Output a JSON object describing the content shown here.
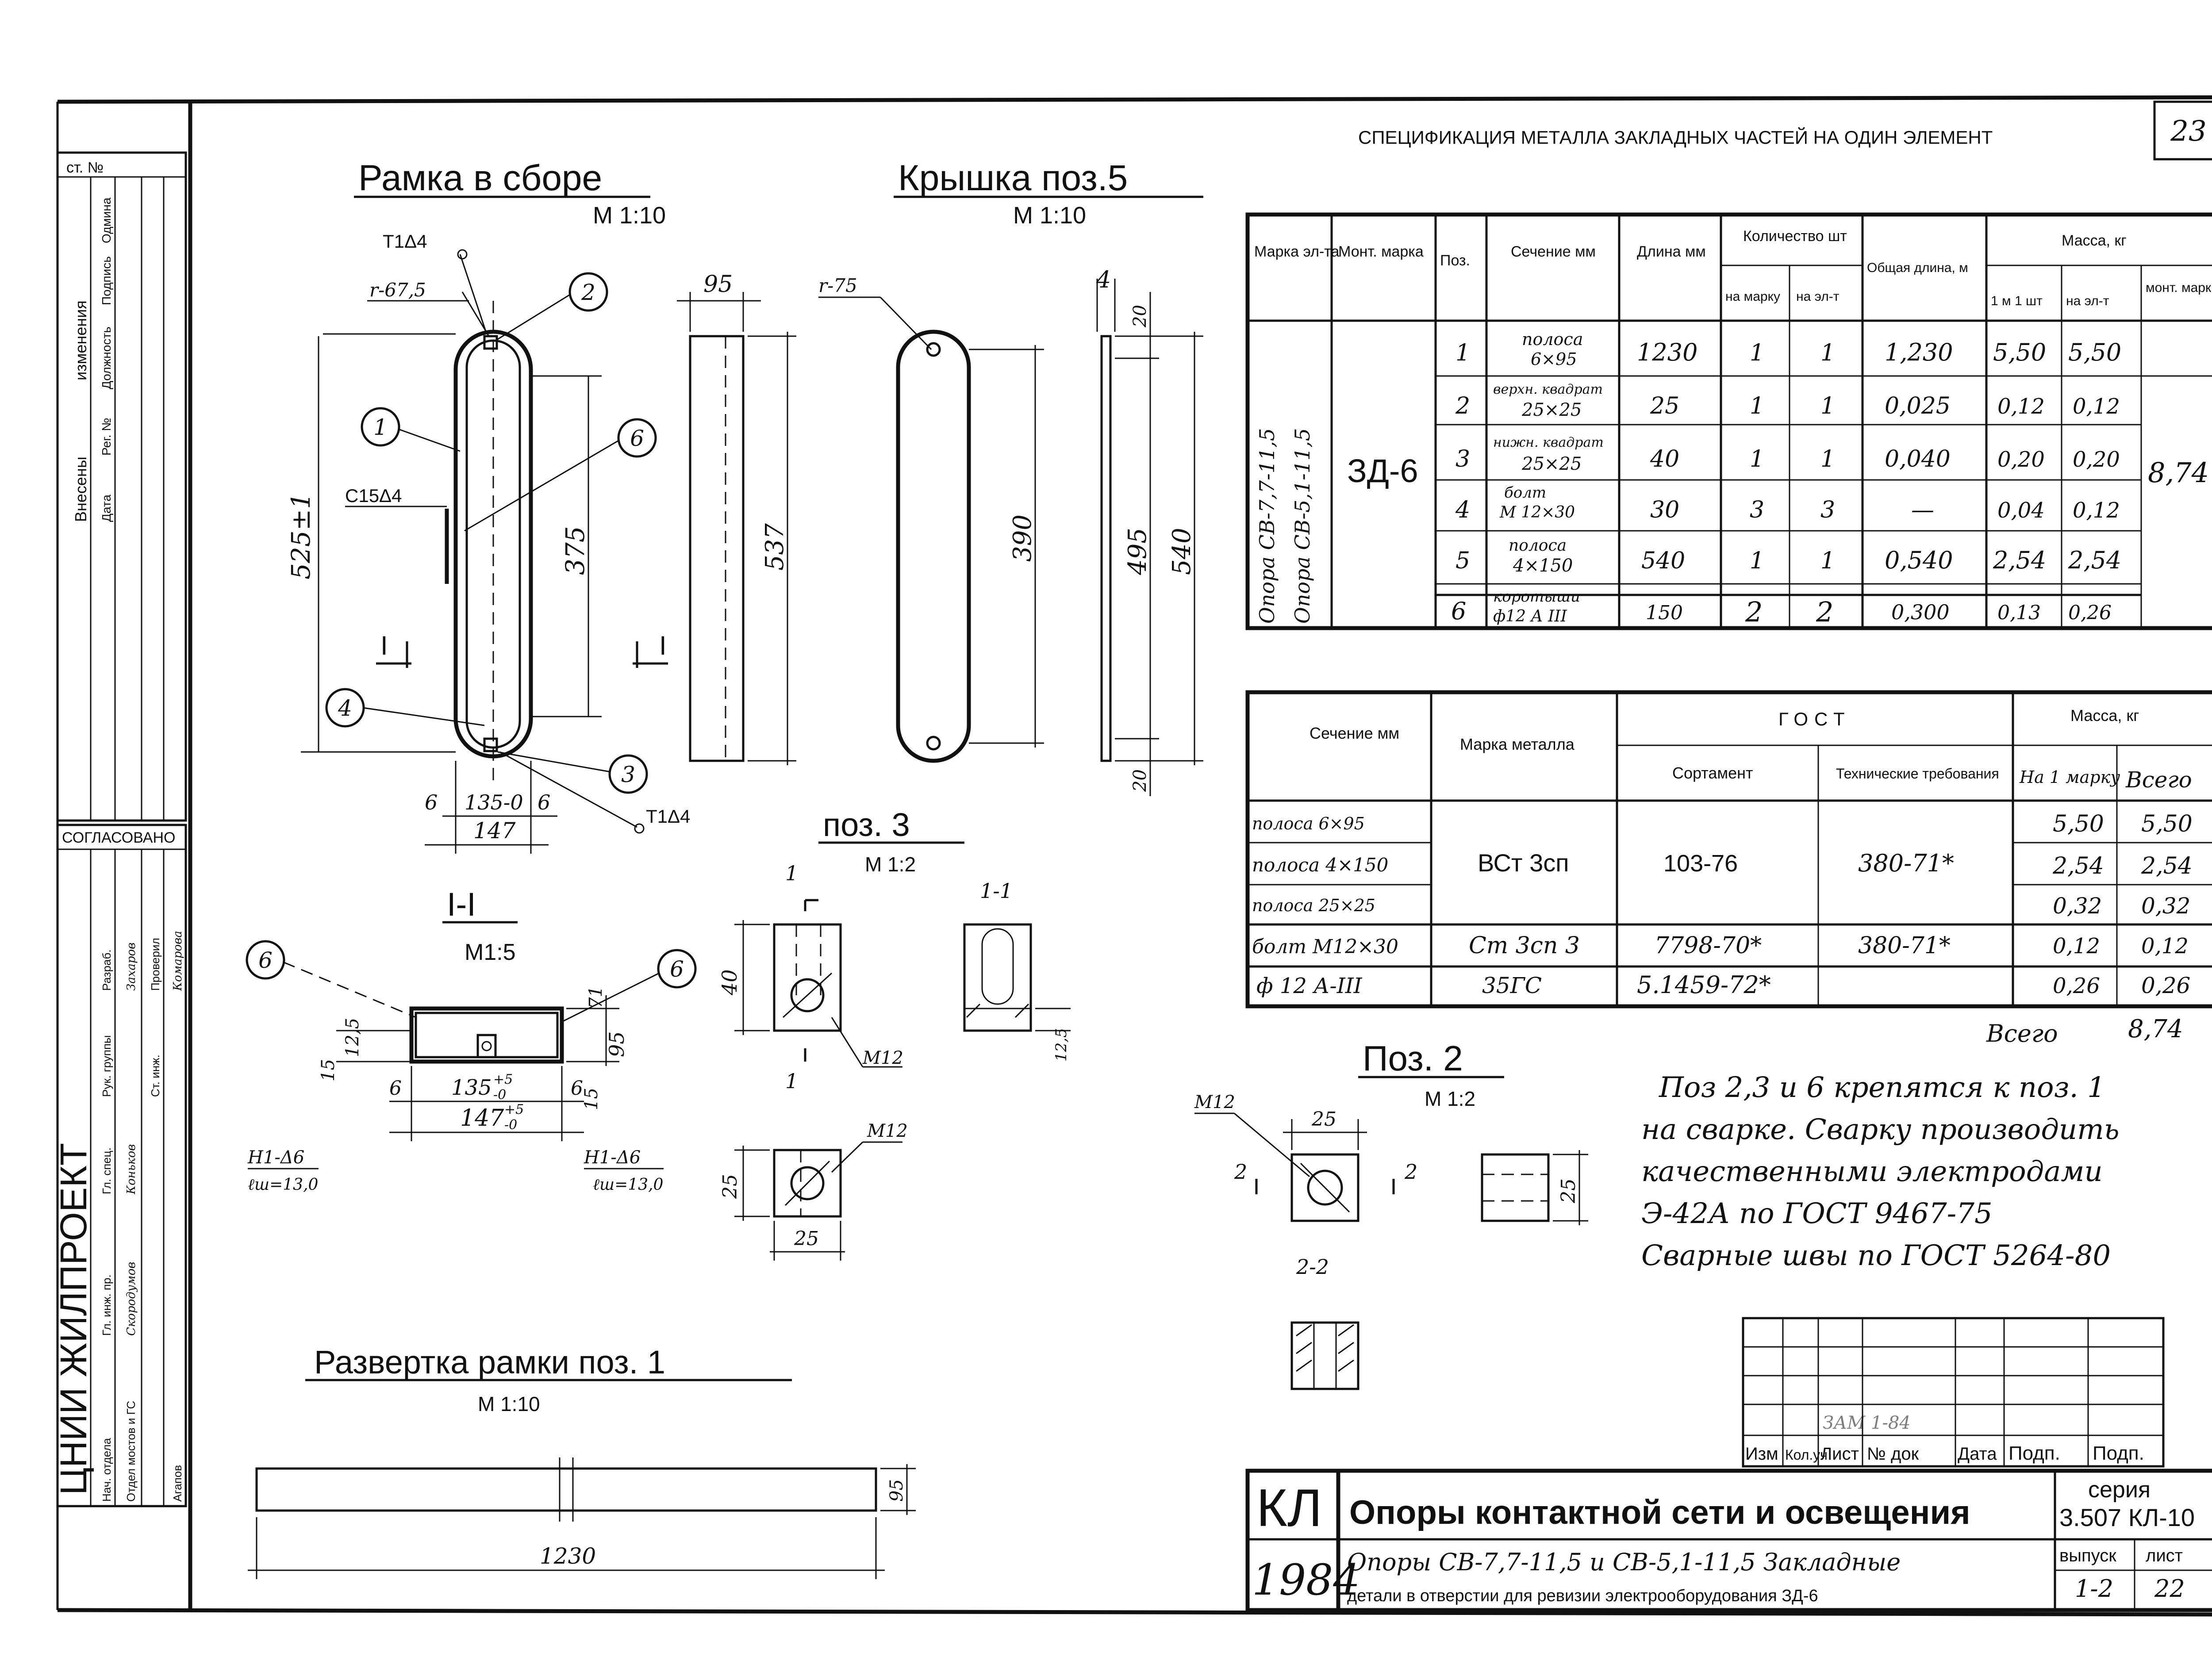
{
  "sheet_number": "23",
  "header_title": "СПЕЦИФИКАЦИЯ МЕТАЛЛА ЗАКЛАДНЫХ ЧАСТЕЙ НА ОДИН ЭЛЕМЕНТ",
  "left_stamp": {
    "inv_label": "ст. №",
    "changes_labels": [
      "Внесены",
      "изменения",
      "Дата",
      "Рег. №",
      "Должность",
      "Подпись",
      "Одмина"
    ],
    "agreed_label": "СОГЛАСОВАНО",
    "institute": "ЦНИИ ЖИЛПРОЕКТ",
    "staff": [
      {
        "role": "Нач. отдела",
        "name": "Агапов"
      },
      {
        "role": "Отдел мостов и ГС",
        "name": ""
      },
      {
        "role": "Гл. инж. пр.",
        "name": "Скородумов"
      },
      {
        "role": "Гл. спец.",
        "name": "Коньков"
      },
      {
        "role": "Рук. группы",
        "name": "Ст. инж."
      },
      {
        "role": "Разраб.",
        "name": "Захаров"
      },
      {
        "role": "Проверил",
        "name": "Комарова"
      }
    ]
  },
  "drawings": {
    "frame_assembly": {
      "title": "Рамка в сборе",
      "scale": "М 1:10"
    },
    "lid": {
      "title": "Крышка поз.5",
      "scale": "М 1:10"
    },
    "section_1": {
      "title": "I-I",
      "scale": "М1:5"
    },
    "pos3": {
      "title": "поз. 3",
      "scale": "М 1:2"
    },
    "pos2": {
      "title": "Поз. 2",
      "scale": "М 1:2"
    },
    "unfold": {
      "title": "Развертка рамки поз. 1",
      "scale": "М 1:10"
    }
  },
  "dimensions": {
    "frame": {
      "height": "525±1",
      "inner": "375",
      "width": "147",
      "inner_width": "135-0",
      "side": "6",
      "weld_top": "Т1Δ4",
      "weld_side": "С15Δ4",
      "weld_bottom": "Т1Δ4",
      "radius": "r-67,5",
      "cut": "I",
      "cut2": "I"
    },
    "strip": {
      "width": "95",
      "length": "537"
    },
    "lid": {
      "radius": "r-75",
      "length": "390",
      "thickness": "4",
      "h1": "20",
      "h2": "495",
      "h3": "540",
      "h4": "20"
    },
    "section": {
      "w1": "135",
      "w2": "147",
      "t1": "+5",
      "t2": "-0",
      "s1": "15",
      "s2": "12,5",
      "h": "95",
      "h2": "71",
      "side": "6",
      "weld_left": "Н1-Δ6",
      "weld_left_len": "ℓш=13,0",
      "weld_right": "Н1-Δ6",
      "weld_right_len": "ℓш=13,0"
    },
    "pos3": {
      "h": "40",
      "thread": "М12",
      "thread2": "М12",
      "cut": "1",
      "section_label": "1-1",
      "bottom": "12,5",
      "size_h": "25",
      "size_w": "25"
    },
    "pos2": {
      "thread": "М12",
      "w": "25",
      "h": "25",
      "cut": "2",
      "section_label": "2-2"
    },
    "unfold": {
      "length": "1230",
      "width": "95"
    }
  },
  "spec_table": {
    "headers": {
      "mark": "Марка эл-та",
      "mount": "Монт. марка",
      "pos": "Поз.",
      "section": "Сечение мм",
      "length": "Длина мм",
      "qty": "Количество шт",
      "qty_mark": "на марку",
      "qty_el": "на эл-т",
      "total_len": "Общая длина, м",
      "mass": "Масса, кг",
      "mass_1m": "1 м 1 шт",
      "mass_el": "на эл-т",
      "mass_mount": "монт. марки"
    },
    "element_mark": "Опора СВ-7,7-11,5 Опора СВ-5,1-11,5",
    "element_mark_lines": [
      "Опора СВ-7,7-11,5",
      "Опора СВ-5,1-11,5"
    ],
    "mount_mark": "ЗД-6",
    "mount_mass": "8,74",
    "rows": [
      {
        "pos": "1",
        "section": "полоса 6×95",
        "section_l1": "полоса",
        "section_l2": "6×95",
        "length": "1230",
        "qty_mark": "1",
        "qty_el": "1",
        "total_len": "1,230",
        "mass_1": "5,50",
        "mass_el": "5,50"
      },
      {
        "pos": "2",
        "section": "верхн. квадрат 25×25",
        "section_l1": "верхн. квадрат",
        "section_l2": "25×25",
        "length": "25",
        "qty_mark": "1",
        "qty_el": "1",
        "total_len": "0,025",
        "mass_1": "0,12",
        "mass_el": "0,12"
      },
      {
        "pos": "3",
        "section": "нижн. квадрат 25×25",
        "section_l1": "нижн. квадрат",
        "section_l2": "25×25",
        "length": "40",
        "qty_mark": "1",
        "qty_el": "1",
        "total_len": "0,040",
        "mass_1": "0,20",
        "mass_el": "0,20"
      },
      {
        "pos": "4",
        "section": "болт М12×30",
        "section_l1": "болт",
        "section_l2": "М 12×30",
        "length": "30",
        "qty_mark": "3",
        "qty_el": "3",
        "total_len": "—",
        "mass_1": "0,04",
        "mass_el": "0,12"
      },
      {
        "pos": "5",
        "section": "полоса 4×150",
        "section_l1": "полоса",
        "section_l2": "4×150",
        "length": "540",
        "qty_mark": "1",
        "qty_el": "1",
        "total_len": "0,540",
        "mass_1": "2,54",
        "mass_el": "2,54"
      },
      {
        "pos": "6",
        "section": "коротыши ф12 А III",
        "section_l1": "коротыши",
        "section_l2": "ф12 А III",
        "length": "150",
        "qty_mark": "2",
        "qty_el": "2",
        "total_len": "0,300",
        "mass_1": "0,13",
        "mass_el": "0,26"
      }
    ]
  },
  "gost_table": {
    "headers": {
      "section": "Сечение мм",
      "grade": "Марка металла",
      "gost": "ГОСТ",
      "sortament": "Сортамент",
      "tech": "Технические требования",
      "mass": "Масса, кг",
      "mass_1": "На 1 марку",
      "mass_all": "Всего"
    },
    "rows": [
      {
        "section": "полоса 6×95",
        "grade": "",
        "sortament": "",
        "tech": "",
        "m1": "5,50",
        "mall": "5,50"
      },
      {
        "section": "полоса 4×150",
        "grade": "ВСт 3сп",
        "sortament": "103-76",
        "tech": "380-71*",
        "m1": "2,54",
        "mall": "2,54"
      },
      {
        "section": "полоса 25×25",
        "grade": "",
        "sortament": "",
        "tech": "",
        "m1": "0,32",
        "mall": "0,32"
      },
      {
        "section": "болт М12×30",
        "grade": "Ст 3сп 3",
        "sortament": "7798-70*",
        "tech": "380-71*",
        "m1": "0,12",
        "mall": "0,12"
      },
      {
        "section": "ф 12 А-III",
        "grade": "35ГС",
        "sortament": "5.1459-72*",
        "tech": "",
        "m1": "0,26",
        "mall": "0,26"
      }
    ],
    "total_label": "Всего",
    "total_value": "8,74"
  },
  "notes": [
    "Поз 2,3 и 6 крепятся к поз. 1",
    "на сварке. Сварку производить",
    "качественными электродами",
    "Э-42А по ГОСТ 9467-75",
    "Сварные швы по ГОСТ 5264-80"
  ],
  "revision_block": {
    "labels": [
      "Изм",
      "Кол.уч",
      "Лист",
      "№ док",
      "Дата",
      "Подп.",
      "Подп."
    ],
    "entry": "ЗАМ 1-84"
  },
  "title_block": {
    "code": "КЛ",
    "year": "1984",
    "title": "Опоры контактной сети и освещения",
    "subtitle_1": "Опоры СВ-7,7-11,5 и СВ-5,1-11,5 Закладные",
    "subtitle_2": "детали в отверстии для ревизии электрооборудования ЗД-6",
    "series_label": "серия",
    "series_value": "3.507 КЛ-10",
    "issue_label": "выпуск",
    "issue_value": "1-2",
    "sheet_label": "лист",
    "sheet_value": "22"
  }
}
